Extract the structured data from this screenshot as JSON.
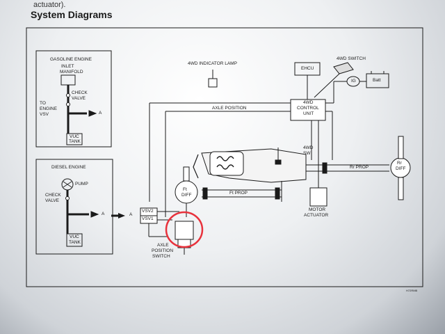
{
  "header": {
    "prev_text": "actuator).",
    "title": "System Diagrams"
  },
  "gasoline_panel": {
    "title": "GASOLINE ENGINE",
    "inlet": [
      "INLET",
      "MANIFOLD"
    ],
    "check_valve": [
      "CHECK",
      "VALVE"
    ],
    "to_engine": [
      "TO",
      "ENGINE",
      "VSV"
    ],
    "tank": [
      "VUC",
      "TANK"
    ],
    "arrow_label": "A"
  },
  "diesel_panel": {
    "title": "DIESEL ENGINE",
    "pump": "PUMP",
    "check_valve": [
      "CHECK",
      "VALVE"
    ],
    "tank": [
      "VUC",
      "TANK"
    ],
    "arrow_label": "A"
  },
  "main": {
    "indicator_lamp": "4WD INDICATOR LAMP",
    "ehcu": "EHCU",
    "switch": "4WD SWITCH",
    "ig": "IG",
    "batt": "Batt",
    "axle_position": "AXLE POSITION",
    "control_unit": [
      "4WD",
      "CONTROL",
      "UNIT"
    ],
    "sw": [
      "4WD",
      "SW"
    ],
    "rr_prop": "Rr PROP",
    "rr_diff": [
      "Rr",
      "DIFF"
    ],
    "ft_diff": [
      "Ft",
      "DIFF"
    ],
    "ft_prop": "Ft PROP",
    "vsv2": "VSV2",
    "vsv1": "VSV1",
    "arrow_label": "A",
    "axle_switch": [
      "AXLE",
      "POSITION",
      "SWITCH"
    ],
    "motor_actuator": [
      "MOTOR",
      "ACTUATOR"
    ],
    "figure_code": "H72RMB"
  },
  "highlight_color": "#e8323c",
  "line_color": "#1a1a1a"
}
